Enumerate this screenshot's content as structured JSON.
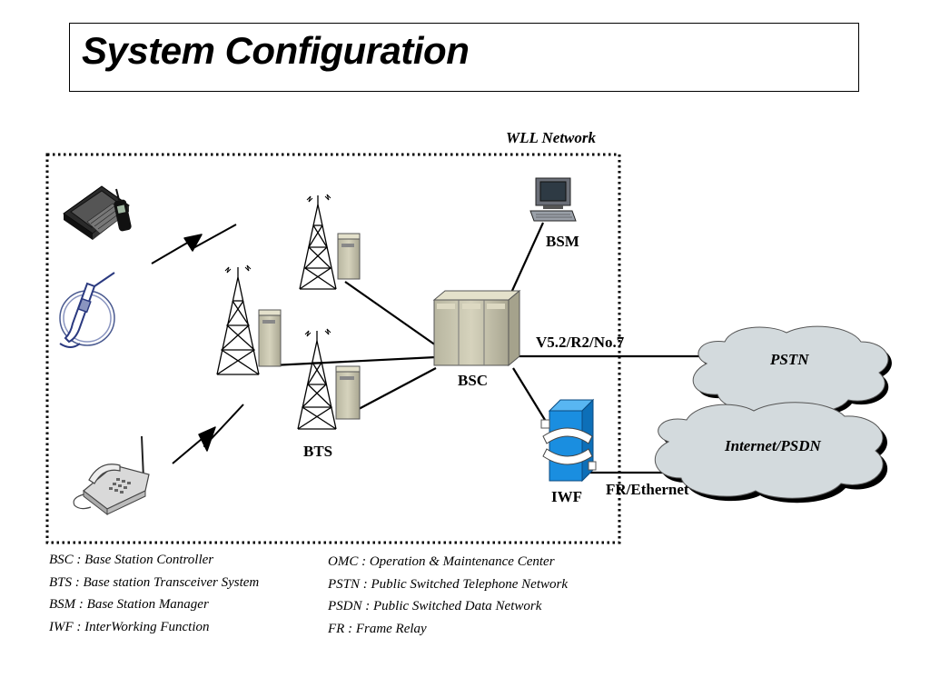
{
  "title": "System Configuration",
  "network": {
    "label": "WLL Network"
  },
  "nodes": {
    "bsm": "BSM",
    "bsc": "BSC",
    "bts": "BTS",
    "iwf": "IWF"
  },
  "links": {
    "bsc_pstn": "V5.2/R2/No.7",
    "iwf_internet": "FR/Ethernet"
  },
  "clouds": {
    "pstn": "PSTN",
    "internet": "Internet/PSDN"
  },
  "legend_left": [
    "BSC : Base Station Controller",
    "BTS : Base station Transceiver System",
    "BSM : Base Station Manager",
    "IWF : InterWorking Function"
  ],
  "legend_right": [
    "OMC : Operation & Maintenance Center",
    "PSTN : Public Switched Telephone Network",
    "PSDN : Public Switched Data Network",
    "FR : Frame Relay"
  ],
  "colors": {
    "cloud_fill": "#d3dadd",
    "equipment": "#c9c6b2",
    "iwf_blue": "#1a8ee0"
  }
}
